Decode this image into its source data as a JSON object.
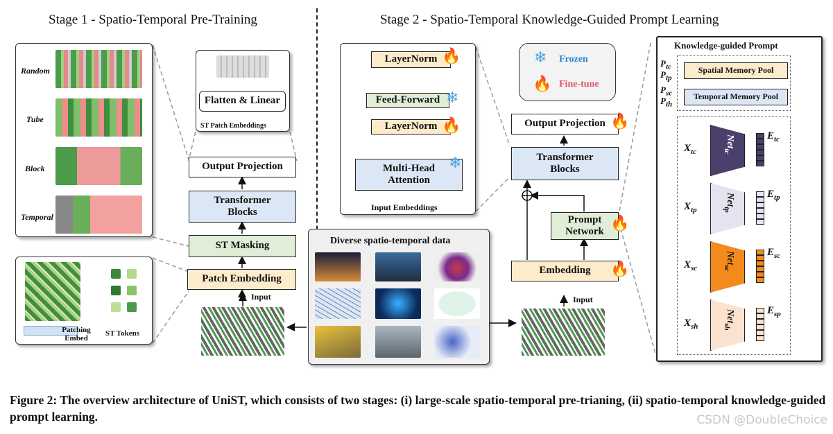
{
  "stage1": {
    "title": "Stage 1 - Spatio-Temporal Pre-Training",
    "mask_labels": [
      "Random",
      "Tube",
      "Block",
      "Temporal"
    ],
    "flatten_label": "Flatten & Linear",
    "st_patch_embeddings": "ST Patch Embeddings",
    "output_projection": "Output Projection",
    "transformer_blocks": "Transformer\nBlocks",
    "st_masking": "ST Masking",
    "patch_embedding": "Patch Embedding",
    "input": "Input",
    "patching_embed": "Patching\nEmbed",
    "st_tokens": "ST Tokens"
  },
  "stage2": {
    "title": "Stage 2 - Spatio-Temporal Knowledge-Guided Prompt Learning",
    "layernorm_top": "LayerNorm",
    "feed_forward": "Feed-Forward",
    "layernorm_mid": "LayerNorm",
    "multi_head_attention": "Multi-Head\nAttention",
    "input_embeddings": "Input Embeddings",
    "legend": {
      "frozen": "Frozen",
      "finetune": "Fine-tune"
    },
    "output_projection": "Output Projection",
    "transformer_blocks": "Transformer\nBlocks",
    "prompt_network": "Prompt\nNetwork",
    "embedding": "Embedding",
    "input": "Input",
    "diverse_data": "Diverse spatio-temporal data",
    "kgp": {
      "title": "Knowledge-guided Prompt",
      "spatial_pool": "Spatial Memory Pool",
      "temporal_pool": "Temporal Memory Pool",
      "p_labels": [
        {
          "base": "P",
          "sub": "tc"
        },
        {
          "base": "P",
          "sub": "tp"
        },
        {
          "base": "P",
          "sub": "sc"
        },
        {
          "base": "P",
          "sub": "th"
        }
      ],
      "rows": [
        {
          "x": "X",
          "xsub": "tc",
          "net": "Net",
          "netsub": "tc",
          "e": "E",
          "esub": "tc",
          "color": "#4b3f6b"
        },
        {
          "x": "X",
          "xsub": "tp",
          "net": "Net",
          "netsub": "tp",
          "e": "E",
          "esub": "tp",
          "color": "#e6e2ef"
        },
        {
          "x": "X",
          "xsub": "sc",
          "net": "Net",
          "netsub": "sc",
          "e": "E",
          "esub": "sc",
          "color": "#f28a1c"
        },
        {
          "x": "X",
          "xsub": "sh",
          "net": "Net",
          "netsub": "sh",
          "e": "E",
          "esub": "sp",
          "color": "#fbe3cf"
        }
      ]
    }
  },
  "caption": "Figure 2: The overview architecture of UniST, which consists of two stages: (i) large-scale spatio-temporal pre-trianing, (ii) spatio-temporal knowledge-guided prompt learning.",
  "watermark": "CSDN @DoubleChoice",
  "colors": {
    "yellow": "#fdeccb",
    "green": "#e0eed8",
    "blue": "#dce7f5",
    "snow": "#4aa3e0",
    "fire": "#f08a1c"
  },
  "icons": {
    "frozen": "snowflake-icon",
    "finetune": "fire-icon",
    "residual": "plus-circle-icon"
  }
}
